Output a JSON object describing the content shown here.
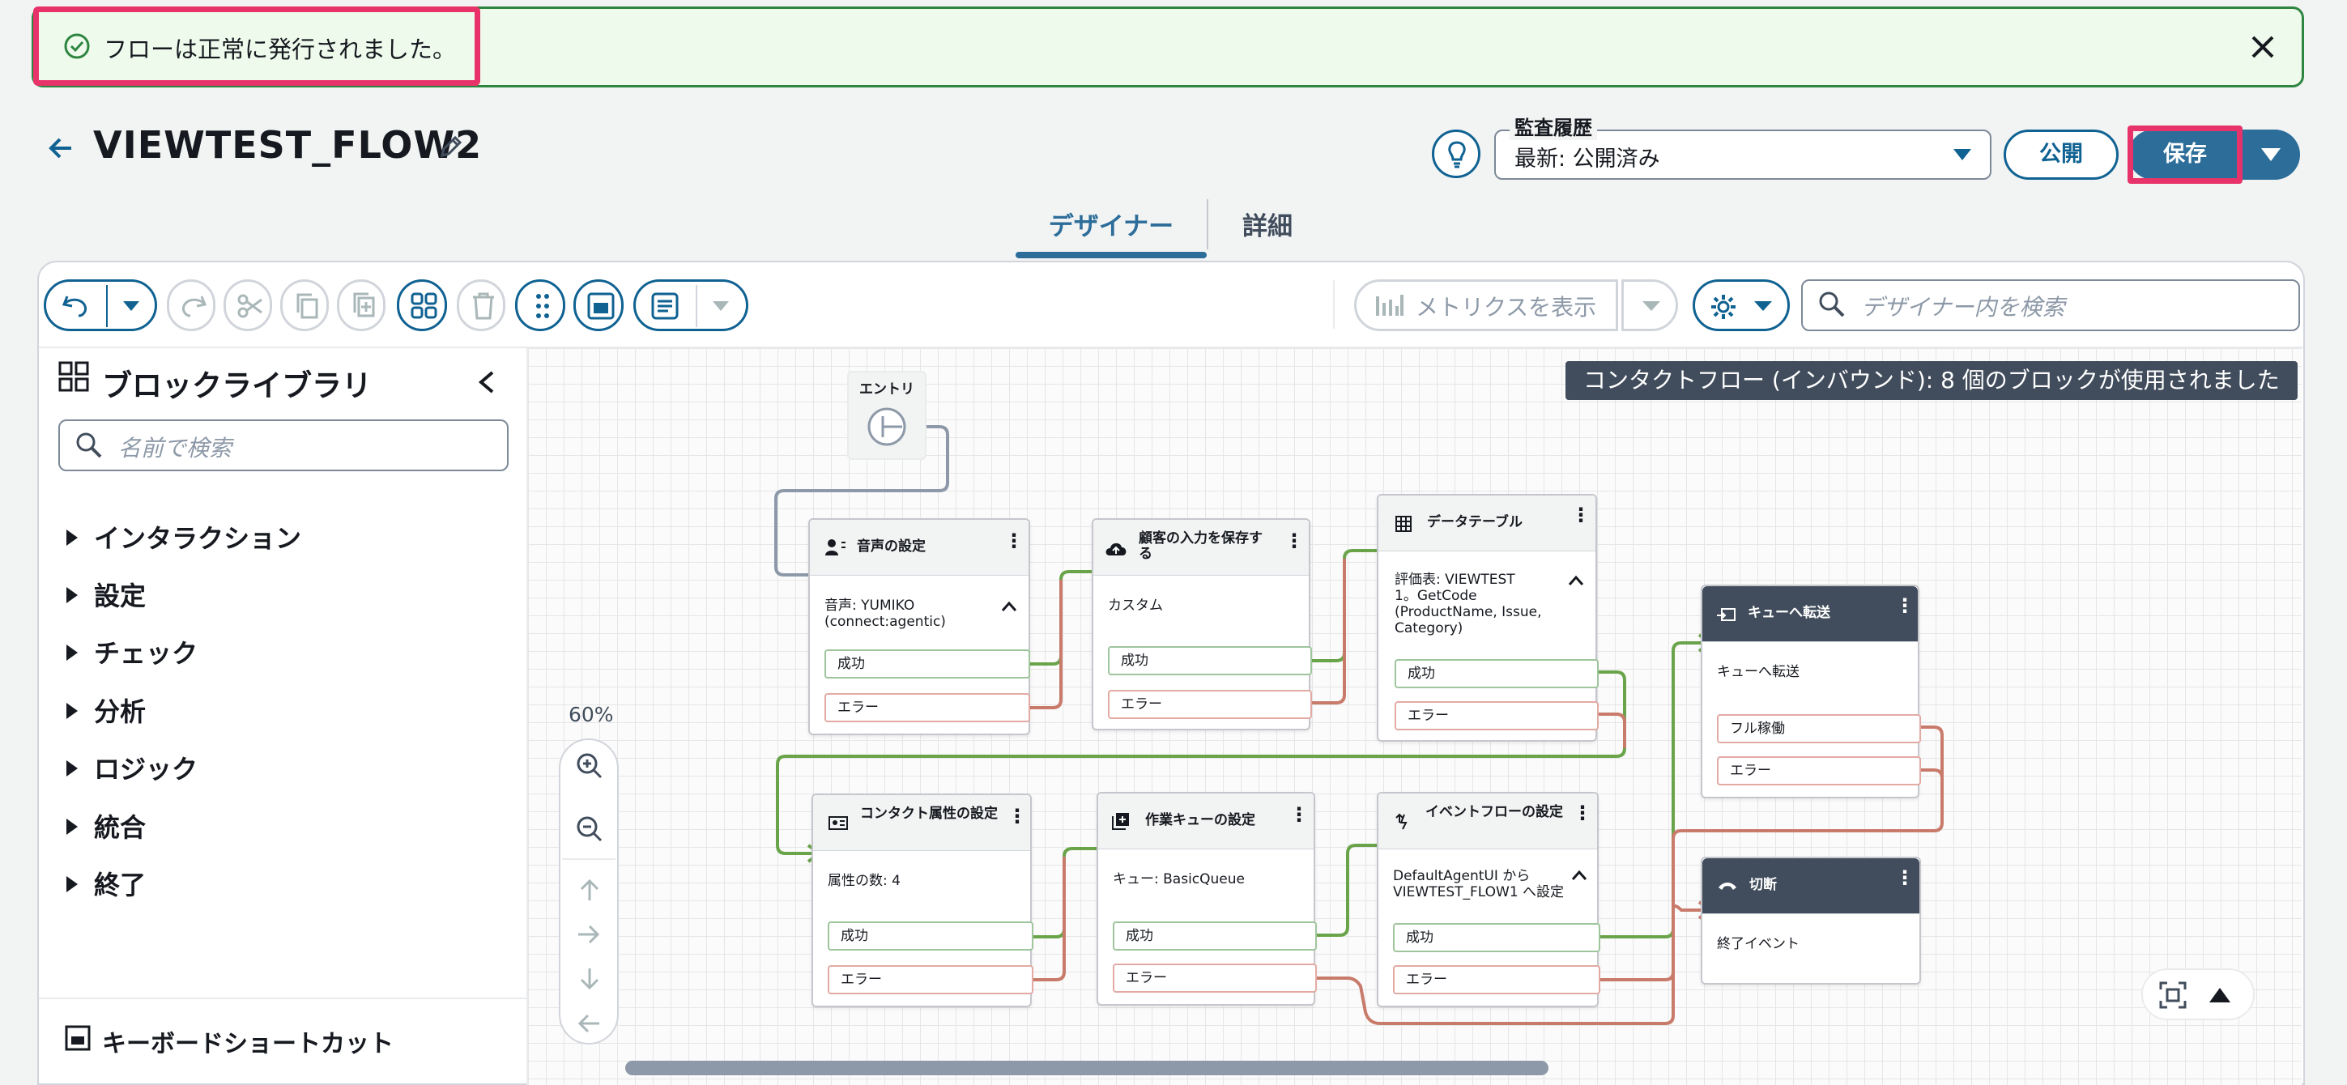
{
  "notification": {
    "message": "フローは正常に発行されました。"
  },
  "header": {
    "title": "VIEWTEST_FLOW2",
    "audit_label": "監査履歴",
    "audit_value": "最新: 公開済み",
    "publish_label": "公開",
    "save_label": "保存"
  },
  "tabs": [
    {
      "label": "デザイナー",
      "active": true
    },
    {
      "label": "詳細",
      "active": false
    }
  ],
  "toolbar": {
    "metrics_label": "メトリクスを表示",
    "search_placeholder": "デザイナー内を検索"
  },
  "sidebar": {
    "title": "ブロックライブラリ",
    "search_placeholder": "名前で検索",
    "categories": [
      "インタラクション",
      "設定",
      "チェック",
      "分析",
      "ロジック",
      "統合",
      "終了"
    ],
    "shortcut_label": "キーボードショートカット"
  },
  "canvas": {
    "usage_text": "コンタクトフロー (インバウンド): 8 個のブロックが使用されました",
    "zoom": "60%",
    "entry_label": "エントリ",
    "blocks": {
      "voice": {
        "title": "音声の設定",
        "body": [
          "音声: YUMIKO",
          "(connect:agentic)"
        ],
        "success": "成功",
        "error": "エラー"
      },
      "store_input": {
        "title": "顧客の入力を保存する",
        "body": "カスタム",
        "success": "成功",
        "error": "エラー"
      },
      "data_table": {
        "title": "データテーブル",
        "body": [
          "評価表: VIEWTEST",
          "1。GetCode",
          "(ProductName, Issue,",
          "Category)"
        ],
        "success": "成功",
        "error": "エラー"
      },
      "transfer_queue": {
        "title": "キューへ転送",
        "body": "キューへ転送",
        "full": "フル稼働",
        "error": "エラー"
      },
      "contact_attr": {
        "title": "コンタクト属性の設定",
        "body": "属性の数: 4",
        "success": "成功",
        "error": "エラー"
      },
      "working_queue": {
        "title": "作業キューの設定",
        "body": "キュー: BasicQueue",
        "success": "成功",
        "error": "エラー"
      },
      "event_flow": {
        "title": "イベントフローの設定",
        "body": [
          "DefaultAgentUI から",
          "VIEWTEST_FLOW1 へ設定"
        ],
        "success": "成功",
        "error": "エラー"
      },
      "disconnect": {
        "title": "切断",
        "body": "終了イベント"
      }
    }
  },
  "colors": {
    "primary": "#0f6292",
    "success_line": "#6aa44a",
    "error_line": "#c97b6b",
    "highlight": "#e8336a"
  }
}
